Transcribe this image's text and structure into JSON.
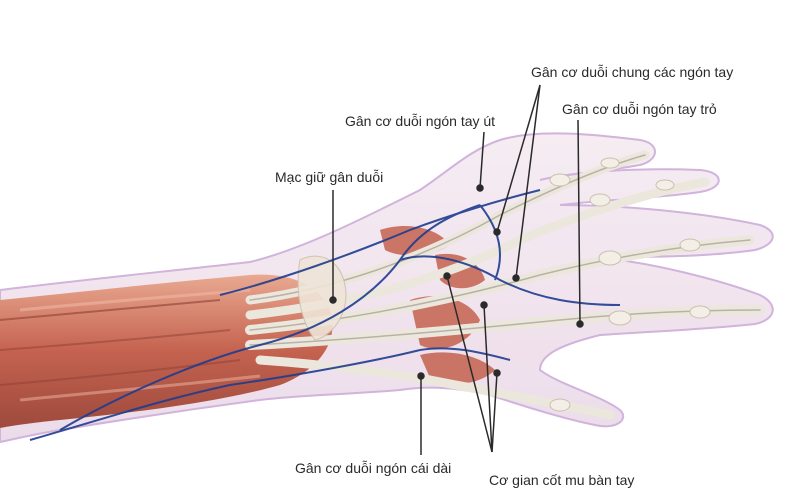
{
  "diagram": {
    "subject": "hand-dorsal-anatomy",
    "labels": {
      "common_extensor": "Gân cơ duỗi chung các ngón tay",
      "index_extensor": "Gân cơ duỗi ngón tay trỏ",
      "little_finger_extensor": "Gân cơ duỗi ngón tay út",
      "retinaculum": "Mạc giữ gân duỗi",
      "thumb_long_extensor": "Gân cơ duỗi ngón cái dài",
      "dorsal_interossei": "Cơ gian cốt mu bàn tay"
    }
  },
  "colors": {
    "muscle": "#c4624f",
    "muscle_light": "#de9b84",
    "skin_outline": "#c9a6d6",
    "tendon": "#ece7dd",
    "vein": "#1f3c8f",
    "leader_line": "#2a2a2a"
  },
  "icons": [
    "hand-illustration-icon"
  ]
}
